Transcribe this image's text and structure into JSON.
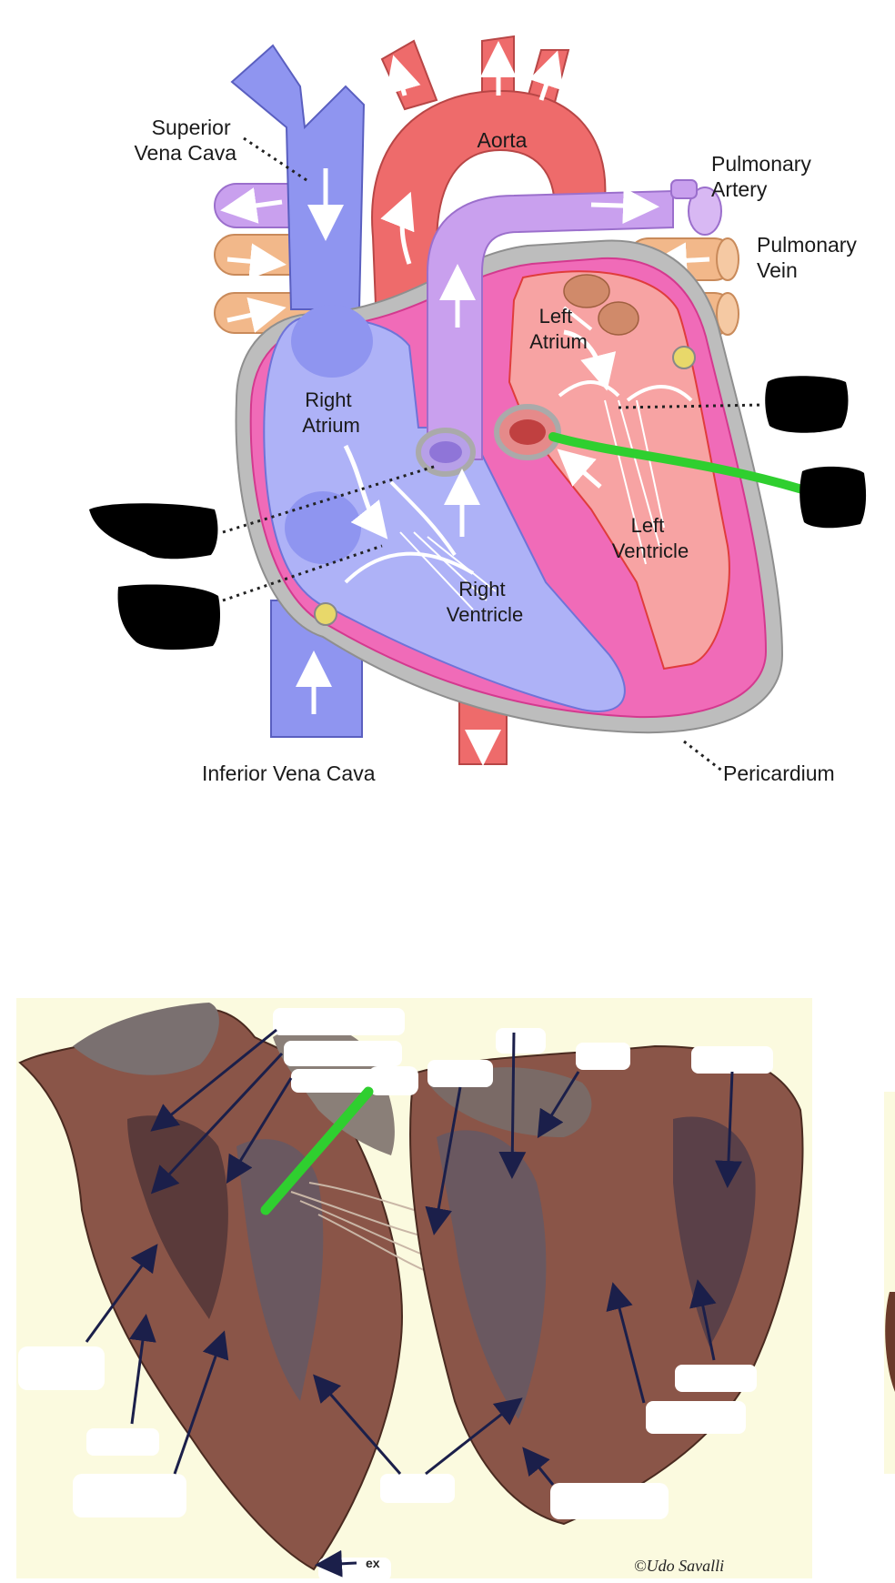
{
  "top_diagram": {
    "labels": {
      "superior_vena_cava": [
        "Superior",
        "Vena Cava"
      ],
      "aorta": "Aorta",
      "pulmonary_artery": [
        "Pulmonary",
        "Artery"
      ],
      "pulmonary_vein": [
        "Pulmonary",
        "Vein"
      ],
      "left_atrium": [
        "Left",
        "Atrium"
      ],
      "right_atrium": [
        "Right",
        "Atrium"
      ],
      "left_ventricle": [
        "Left",
        "Ventricle"
      ],
      "right_ventricle": [
        "Right",
        "Ventricle"
      ],
      "inferior_vena_cava": "Inferior Vena Cava",
      "pericardium": "Pericardium"
    },
    "colors": {
      "vein_blue": "#8f95f0",
      "artery_red": "#ee6b6b",
      "pulmonary_purple": "#c9a0ee",
      "pulmonary_vein_orange": "#f2b88a",
      "myocardium_pink": "#f06bb8",
      "pericardium_gray": "#bdbdbd",
      "highlight_green": "#2fcf2f"
    }
  },
  "photo": {
    "visible_label_fragment": "ex",
    "credit": "©Udo Savalli"
  }
}
